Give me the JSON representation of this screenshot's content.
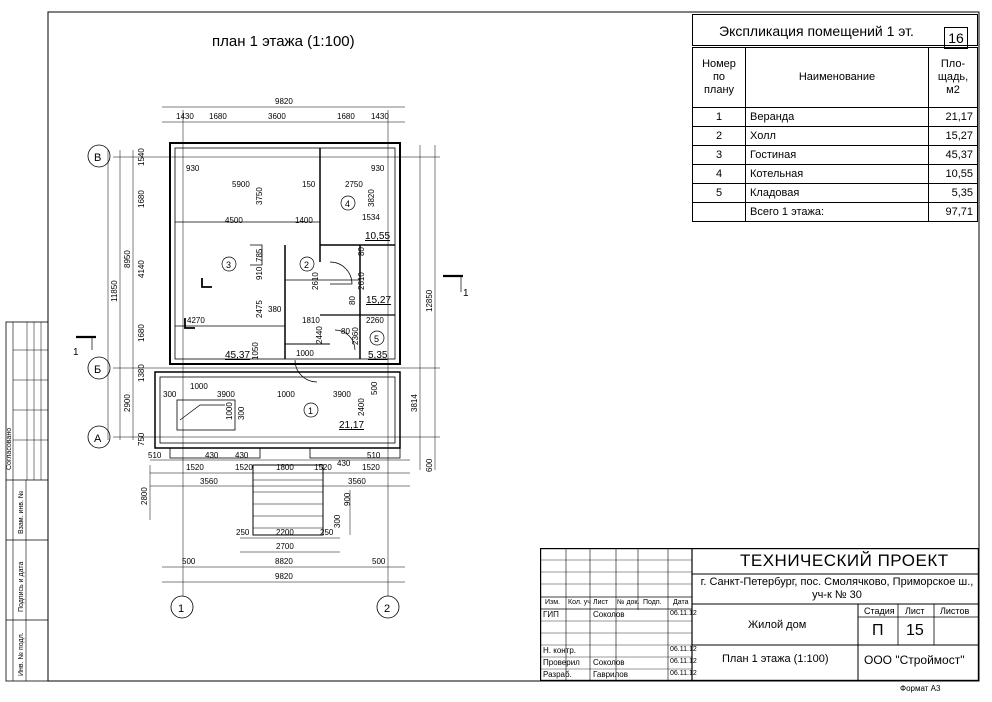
{
  "plan_title": "план 1 этажа (1:100)",
  "sheet_number": "16",
  "explication": {
    "title": "Экспликация помещений 1 эт.",
    "headers": [
      "Номер по плану",
      "Наименование",
      "Пло-щадь, м2"
    ],
    "rows": [
      {
        "no": "1",
        "name": "Веранда",
        "area": "21,17"
      },
      {
        "no": "2",
        "name": "Холл",
        "area": "15,27"
      },
      {
        "no": "3",
        "name": "Гостиная",
        "area": "45,37"
      },
      {
        "no": "4",
        "name": "Котельная",
        "area": "10,55"
      },
      {
        "no": "5",
        "name": "Кладовая",
        "area": "5,35"
      }
    ],
    "total_label": "Всего 1 этажа:",
    "total_area": "97,71"
  },
  "dimensions": {
    "top_total": "9820",
    "top_chain": [
      "1430",
      "1680",
      "3600",
      "1680",
      "1430"
    ],
    "bottom_total": "9820",
    "bottom_chain": [
      "500",
      "8820",
      "500"
    ],
    "left_total": "11850",
    "left_mid": "8950",
    "left_chain": [
      "1540",
      "1680",
      "4140",
      "1680",
      "1380",
      "2900",
      "750"
    ],
    "right_total": "12850",
    "right_chain": [
      "3814",
      "600"
    ],
    "stair_top": "2800",
    "stair_widths": [
      "250",
      "2200",
      "250",
      "2700"
    ],
    "stair_side": [
      "300",
      "900"
    ],
    "lower_chain_1": [
      "510",
      "430",
      "430",
      "430",
      "510"
    ],
    "lower_chain_2": [
      "1520",
      "1520",
      "1800",
      "1520",
      "1520"
    ],
    "lower_chain_3": [
      "3560",
      "3560"
    ],
    "interior": [
      "930",
      "5900",
      "150",
      "2750",
      "930",
      "3750",
      "3820",
      "4500",
      "1400",
      "1534",
      "785",
      "910",
      "2610",
      "80",
      "2610",
      "80",
      "2475",
      "380",
      "1810",
      "2260",
      "4270",
      "2440",
      "80",
      "2360",
      "1050",
      "1000",
      "300",
      "1000",
      "3900",
      "1000",
      "3900",
      "500",
      "2400",
      "1000",
      "300"
    ]
  },
  "rooms": {
    "r1": {
      "label": "1",
      "area": "21,17"
    },
    "r2": {
      "label": "2",
      "area": "15,27"
    },
    "r3": {
      "label": "3",
      "area": "45,37"
    },
    "r4": {
      "label": "4",
      "area": "10,55"
    },
    "r5": {
      "label": "5",
      "area": "5,35"
    }
  },
  "axes": {
    "v": [
      "В",
      "Б",
      "А"
    ],
    "h": [
      "1",
      "2"
    ]
  },
  "section_mark": "1",
  "side_stamp": [
    "Согласовано",
    "Взам. инв. №",
    "Подпись и дата",
    "Инв. № подл."
  ],
  "stamp": {
    "project": "ТЕХНИЧЕСКИЙ ПРОЕКТ",
    "address": "г. Санкт-Петербург, пос. Смолячково, Приморское ш., уч-к № 30",
    "object": "Жилой дом",
    "drawing": "План 1 этажа (1:100)",
    "company": "ООО \"Строймост\"",
    "stage_label": "Стадия",
    "sheet_label": "Лист",
    "sheets_label": "Листов",
    "stage": "П",
    "sheet": "15",
    "cols": [
      "Изм.",
      "Кол. уч",
      "Лист",
      "№ док.",
      "Подп.",
      "Дата"
    ],
    "people": [
      {
        "role": "ГИП",
        "name": "Соколов",
        "date": "06.11.12"
      },
      {
        "role": "Н. контр.",
        "name": "",
        "date": "06.11.12"
      },
      {
        "role": "Проверил",
        "name": "Соколов",
        "date": "06.11.12"
      },
      {
        "role": "Разраб.",
        "name": "Гаврилов",
        "date": "06.11.12"
      }
    ],
    "format": "Формат А3"
  }
}
